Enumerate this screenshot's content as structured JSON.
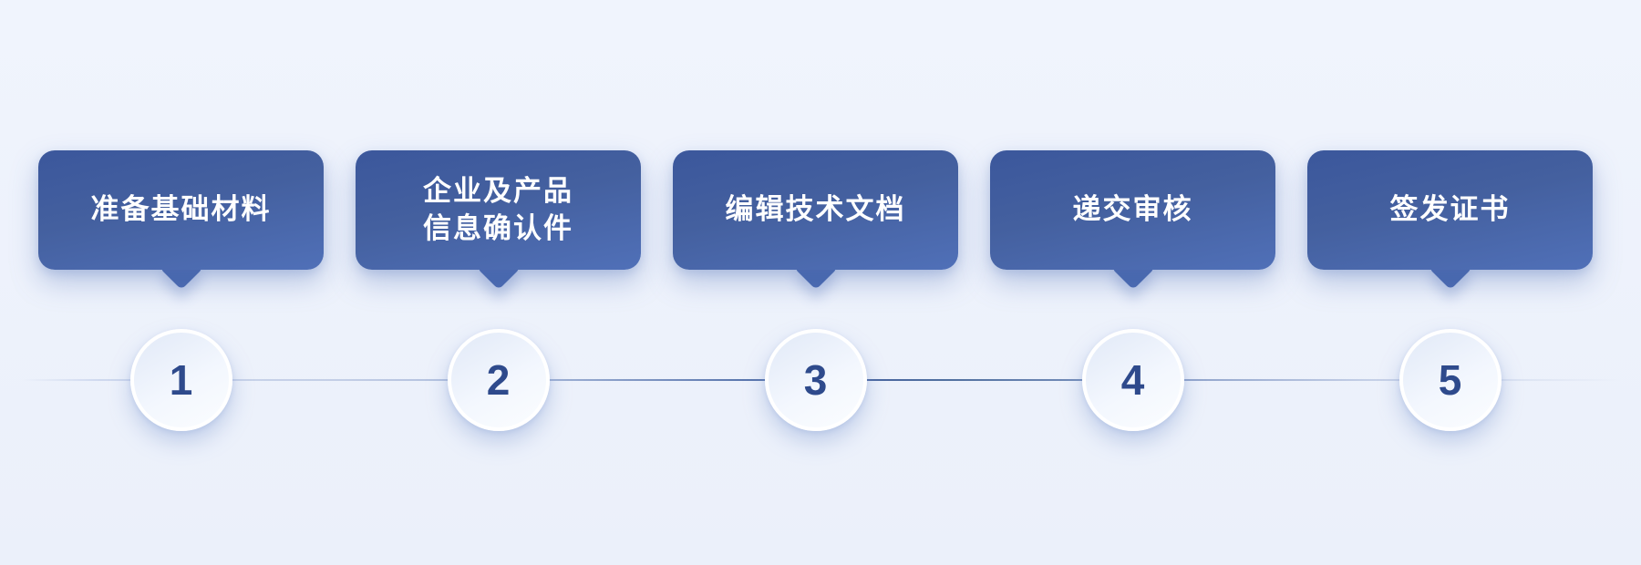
{
  "diagram": {
    "steps": [
      {
        "number": "1",
        "label": "准备基础材料"
      },
      {
        "number": "2",
        "label": "企业及产品\n信息确认件"
      },
      {
        "number": "3",
        "label": "编辑技术文档"
      },
      {
        "number": "4",
        "label": "递交审核"
      },
      {
        "number": "5",
        "label": "签发证书"
      }
    ],
    "colors": {
      "background": "#edf1fb",
      "bubble_gradient_top": "#3b579c",
      "bubble_gradient_bottom": "#5070b8",
      "bubble_text": "#ffffff",
      "connector_dark": "#47639f",
      "connector_light": "#c3cee6",
      "circle_fill": "#f3f7fe",
      "circle_border": "#ffffff",
      "number_text": "#2e4a8c"
    }
  }
}
